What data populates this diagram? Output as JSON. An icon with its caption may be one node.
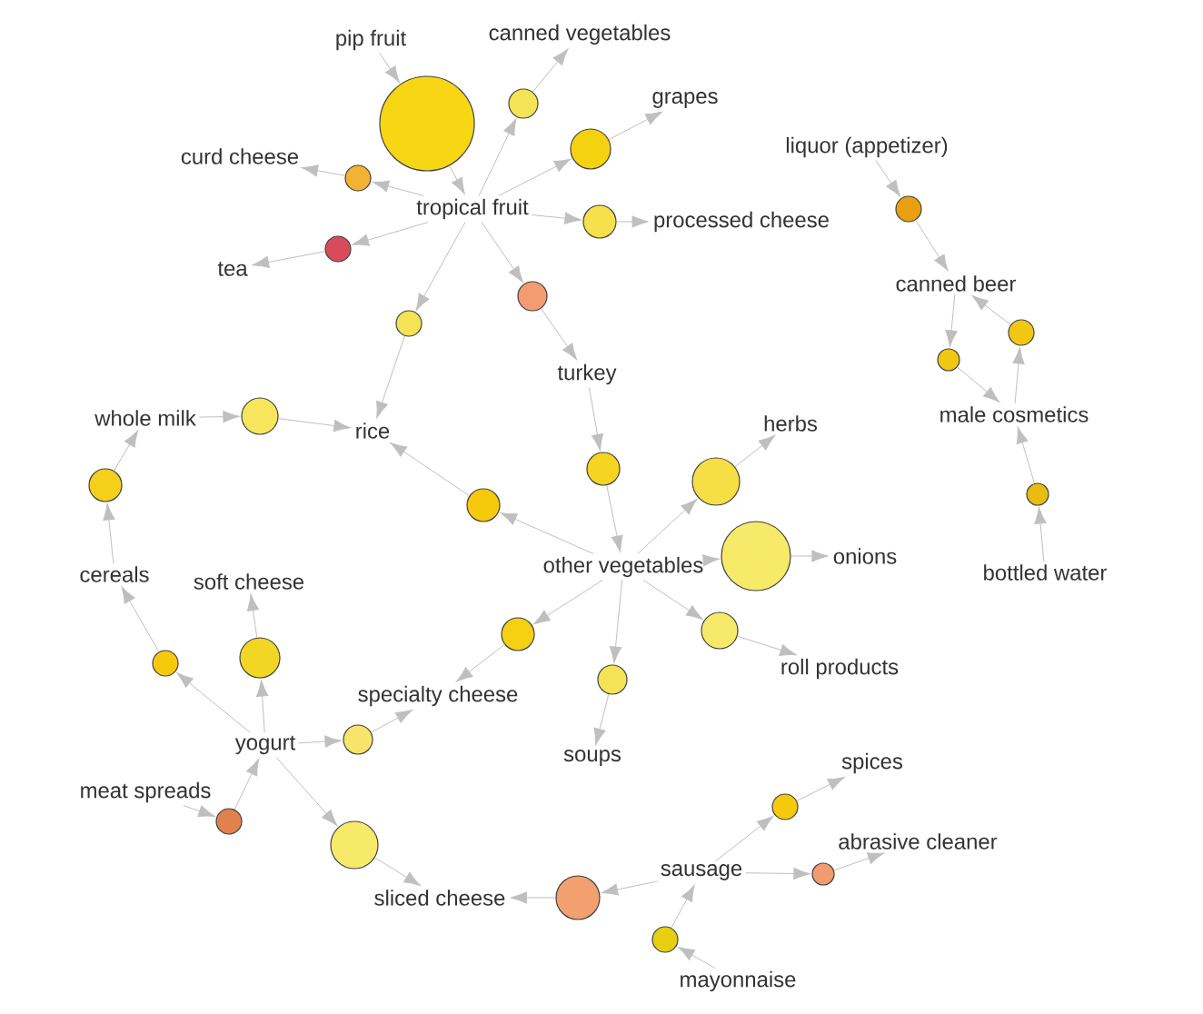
{
  "diagram": {
    "nodes": [
      {
        "text": [
          "pip fruit"
        ]
      },
      {
        "text": [
          "canned vegetables"
        ]
      },
      {
        "text": [
          "grapes"
        ]
      },
      {
        "text": [
          "curd cheese"
        ]
      },
      {
        "text": [
          "tropical fruit"
        ]
      },
      {
        "text": [
          "processed cheese"
        ]
      },
      {
        "text": [
          "tea"
        ]
      },
      {
        "text": [
          "liquor (appetizer)"
        ]
      },
      {
        "text": [
          "canned beer"
        ]
      },
      {
        "text": [
          "male cosmetics"
        ]
      },
      {
        "text": [
          "bottled water"
        ]
      },
      {
        "text": [
          "turkey"
        ]
      },
      {
        "text": [
          "whole milk"
        ]
      },
      {
        "text": [
          "rice"
        ]
      },
      {
        "text": [
          "herbs"
        ]
      },
      {
        "text": [
          "onions"
        ]
      },
      {
        "text": [
          "other vegetables"
        ]
      },
      {
        "text": [
          "cereals"
        ]
      },
      {
        "text": [
          "soft cheese"
        ]
      },
      {
        "text": [
          "roll products"
        ]
      },
      {
        "text": [
          "specialty cheese"
        ]
      },
      {
        "text": [
          "soups"
        ]
      },
      {
        "text": [
          "yogurt"
        ]
      },
      {
        "text": [
          "meat spreads"
        ]
      },
      {
        "text": [
          "spices"
        ]
      },
      {
        "text": [
          "abrasive cleaner"
        ]
      },
      {
        "text": [
          "sausage"
        ]
      },
      {
        "text": [
          "sliced cheese"
        ]
      },
      {
        "text": [
          "mayonnaise"
        ]
      },
      {
        "text": [],
        "shape": "circle"
      },
      {
        "text": [],
        "shape": "circle"
      },
      {
        "text": [],
        "shape": "circle"
      },
      {
        "text": [],
        "shape": "circle"
      },
      {
        "text": [],
        "shape": "circle"
      },
      {
        "text": [],
        "shape": "circle"
      },
      {
        "text": [],
        "shape": "circle"
      },
      {
        "text": [],
        "shape": "circle"
      },
      {
        "text": [],
        "shape": "circle"
      },
      {
        "text": [],
        "shape": "circle"
      },
      {
        "text": [],
        "shape": "circle"
      },
      {
        "text": [],
        "shape": "circle"
      },
      {
        "text": [],
        "shape": "circle"
      },
      {
        "text": [],
        "shape": "circle"
      },
      {
        "text": [],
        "shape": "circle"
      },
      {
        "text": [],
        "shape": "circle"
      },
      {
        "text": [],
        "shape": "circle"
      },
      {
        "text": [],
        "shape": "circle"
      },
      {
        "text": [],
        "shape": "circle"
      },
      {
        "text": [],
        "shape": "circle"
      },
      {
        "text": [],
        "shape": "circle"
      },
      {
        "text": [],
        "shape": "circle"
      },
      {
        "text": [],
        "shape": "circle"
      },
      {
        "text": [],
        "shape": "circle"
      },
      {
        "text": [],
        "shape": "circle"
      },
      {
        "text": [],
        "shape": "circle"
      },
      {
        "text": [],
        "shape": "circle"
      },
      {
        "text": [],
        "shape": "circle"
      },
      {
        "text": [],
        "shape": "circle"
      },
      {
        "text": [],
        "shape": "circle"
      }
    ],
    "edges": [
      {
        "from": 0,
        "to": 29,
        "arrow": "to"
      },
      {
        "from": 29,
        "to": 4,
        "arrow": "to"
      },
      {
        "from": 4,
        "to": 30,
        "arrow": "to"
      },
      {
        "from": 30,
        "to": 1,
        "arrow": "to"
      },
      {
        "from": 4,
        "to": 31,
        "arrow": "to"
      },
      {
        "from": 31,
        "to": 2,
        "arrow": "to"
      },
      {
        "from": 4,
        "to": 32,
        "arrow": "to"
      },
      {
        "from": 32,
        "to": 3,
        "arrow": "to"
      },
      {
        "from": 4,
        "to": 33,
        "arrow": "to"
      },
      {
        "from": 33,
        "to": 5,
        "arrow": "to"
      },
      {
        "from": 4,
        "to": 34,
        "arrow": "to"
      },
      {
        "from": 34,
        "to": 6,
        "arrow": "to"
      },
      {
        "from": 4,
        "to": 35,
        "arrow": "to"
      },
      {
        "from": 35,
        "to": 13,
        "arrow": "to"
      },
      {
        "from": 4,
        "to": 36,
        "arrow": "to"
      },
      {
        "from": 36,
        "to": 11,
        "arrow": "to"
      },
      {
        "from": 7,
        "to": 37,
        "arrow": "to"
      },
      {
        "from": 37,
        "to": 8,
        "arrow": "to"
      },
      {
        "from": 9,
        "to": 38,
        "arrow": "to"
      },
      {
        "from": 38,
        "to": 8,
        "arrow": "to"
      },
      {
        "from": 8,
        "to": 39,
        "arrow": "to"
      },
      {
        "from": 39,
        "to": 9,
        "arrow": "to"
      },
      {
        "from": 10,
        "to": 40,
        "arrow": "to"
      },
      {
        "from": 40,
        "to": 9,
        "arrow": "to"
      },
      {
        "from": 12,
        "to": 41,
        "arrow": "to"
      },
      {
        "from": 41,
        "to": 13,
        "arrow": "to"
      },
      {
        "from": 17,
        "to": 42,
        "arrow": "to"
      },
      {
        "from": 42,
        "to": 12,
        "arrow": "to"
      },
      {
        "from": 16,
        "to": 43,
        "arrow": "to"
      },
      {
        "from": 43,
        "to": 13,
        "arrow": "to"
      },
      {
        "from": 11,
        "to": 44,
        "arrow": "to"
      },
      {
        "from": 44,
        "to": 16,
        "arrow": "to"
      },
      {
        "from": 16,
        "to": 45,
        "arrow": "to"
      },
      {
        "from": 45,
        "to": 14,
        "arrow": "to"
      },
      {
        "from": 16,
        "to": 46,
        "arrow": "to"
      },
      {
        "from": 46,
        "to": 15,
        "arrow": "to"
      },
      {
        "from": 16,
        "to": 47,
        "arrow": "to"
      },
      {
        "from": 47,
        "to": 20,
        "arrow": "to"
      },
      {
        "from": 16,
        "to": 48,
        "arrow": "to"
      },
      {
        "from": 48,
        "to": 21,
        "arrow": "to"
      },
      {
        "from": 16,
        "to": 49,
        "arrow": "to"
      },
      {
        "from": 49,
        "to": 19,
        "arrow": "to"
      },
      {
        "from": 22,
        "to": 50,
        "arrow": "to"
      },
      {
        "from": 50,
        "to": 17,
        "arrow": "to"
      },
      {
        "from": 22,
        "to": 51,
        "arrow": "to"
      },
      {
        "from": 51,
        "to": 18,
        "arrow": "to"
      },
      {
        "from": 22,
        "to": 52,
        "arrow": "to"
      },
      {
        "from": 52,
        "to": 20,
        "arrow": "to"
      },
      {
        "from": 23,
        "to": 53,
        "arrow": "to"
      },
      {
        "from": 53,
        "to": 22,
        "arrow": "to"
      },
      {
        "from": 22,
        "to": 54,
        "arrow": "to"
      },
      {
        "from": 54,
        "to": 27,
        "arrow": "to"
      },
      {
        "from": 26,
        "to": 55,
        "arrow": "to"
      },
      {
        "from": 55,
        "to": 27,
        "arrow": "to"
      },
      {
        "from": 26,
        "to": 56,
        "arrow": "to"
      },
      {
        "from": 56,
        "to": 24,
        "arrow": "to"
      },
      {
        "from": 26,
        "to": 57,
        "arrow": "to"
      },
      {
        "from": 57,
        "to": 25,
        "arrow": "to"
      },
      {
        "from": 28,
        "to": 58,
        "arrow": "to"
      },
      {
        "from": 58,
        "to": 26,
        "arrow": "to"
      }
    ]
  }
}
